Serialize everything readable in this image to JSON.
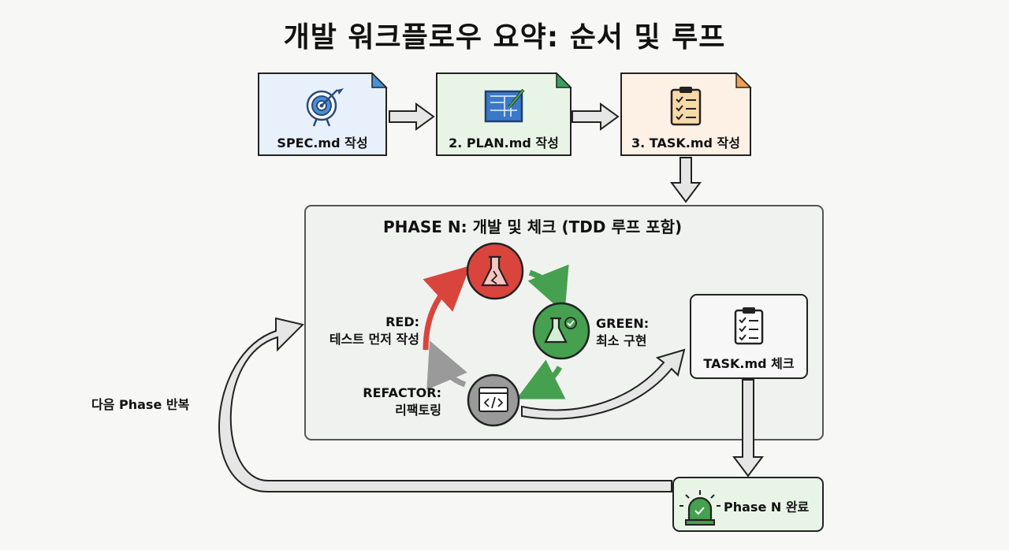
{
  "title": "개발 워크플로우 요약: 순서 및 루프",
  "steps": [
    {
      "label": "SPEC.md 작성",
      "icon": "target-icon",
      "color": "#e8f0fb",
      "fold": "#4a90d9"
    },
    {
      "label": "2. PLAN.md 작성",
      "icon": "blueprint-icon",
      "color": "#e8f5e6",
      "fold": "#3aa05a"
    },
    {
      "label": "3. TASK.md 작성",
      "icon": "clipboard-icon",
      "color": "#fdf0e4",
      "fold": "#f0a050"
    }
  ],
  "phase": {
    "title": "PHASE N: 개발 및 체크 (TDD 루프 포함)",
    "red": {
      "line1": "RED:",
      "line2": "테스트 먼저 작성",
      "color": "#d9453c"
    },
    "green": {
      "line1": "GREEN:",
      "line2": "최소 구현",
      "color": "#45a04f"
    },
    "refactor": {
      "line1": "REFACTOR:",
      "line2": "리팩토링",
      "color": "#9a9a9a"
    }
  },
  "task_check": {
    "label": "TASK.md 체크"
  },
  "phase_done": {
    "label": "Phase N 완료"
  },
  "loop_label": "다음 Phase 반복"
}
